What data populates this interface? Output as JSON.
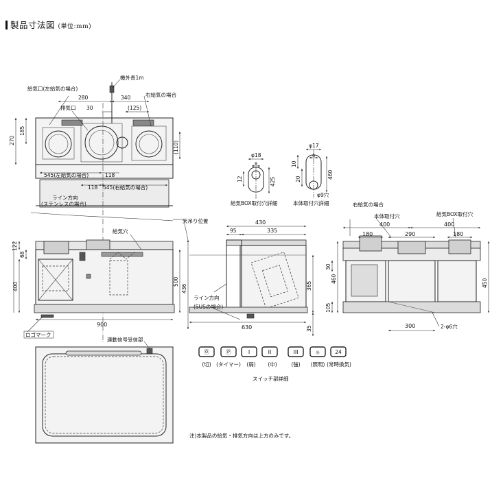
{
  "title": {
    "main": "製品寸法図",
    "unit": "(単位:mm)"
  },
  "top_view": {
    "cord_label": "機外長1m",
    "left_intake_label": "給気口(左給気の場合)",
    "right_intake_label": "右給気の場合",
    "exhaust_label": "排気口",
    "d280": "280",
    "d30": "30",
    "d340": "340",
    "d125": "(125)",
    "d270": "270",
    "d185": "185",
    "d110": "(110)",
    "d545_left": "545(左給気の場合)",
    "d118a": "118",
    "d118b": "118",
    "d545_right": "545(右給気の場合)",
    "line_dir": "ライン方向",
    "line_dir_sub": "(ステンレスの場合)"
  },
  "details": {
    "box_d18": "φ18",
    "box_d8": "8",
    "box_d12": "12",
    "box_d425": "425",
    "box_caption": "給気BOX取付穴詳細",
    "body_d17": "φ17",
    "body_d6": "6",
    "body_d10": "10",
    "body_d20": "20",
    "body_d460": "460",
    "body_hole": "φ9穴",
    "body_caption": "本体取付穴詳細"
  },
  "front_view": {
    "ceiling_label": "天吊り位置",
    "intake_hole_label": "給気穴",
    "d122": "122",
    "d68": "68",
    "d400": "400",
    "d500": "500",
    "d436": "436",
    "d900": "900",
    "logo_label": "ロゴマーク"
  },
  "side_view": {
    "d430": "430",
    "d95": "95",
    "d335": "335",
    "d365": "365",
    "d630": "630",
    "d35": "35",
    "line_dir": "ライン方向",
    "line_dir_sub": "(SUSの場合)"
  },
  "right_view": {
    "right_intake_label": "右給気の場合",
    "body_hole_label": "本体取付穴",
    "box_hole_label": "給気BOX取付穴",
    "d400a": "400",
    "d400b": "400",
    "d180a": "180",
    "d290": "290",
    "d180b": "180",
    "d30": "30",
    "d460": "460",
    "d105": "105",
    "d450": "450",
    "d300": "300",
    "holes": "2-φ6穴"
  },
  "bottom_view": {
    "sensor_label": "連動信号受信部"
  },
  "switch_panel": {
    "buttons": [
      {
        "glyph": "⓪",
        "label": "(切)"
      },
      {
        "glyph": "Ⓟ",
        "label": "(タイマー)"
      },
      {
        "glyph": "I",
        "label": "(弱)"
      },
      {
        "glyph": "II",
        "label": "(中)"
      },
      {
        "glyph": "III",
        "label": "(強)"
      },
      {
        "glyph": "☼",
        "label": "(照明)"
      },
      {
        "glyph": "24",
        "label": "(常時換気)"
      }
    ],
    "caption": "スイッチ部詳細"
  },
  "note": "注)本製品の給気・排気方向は上方のみです。"
}
